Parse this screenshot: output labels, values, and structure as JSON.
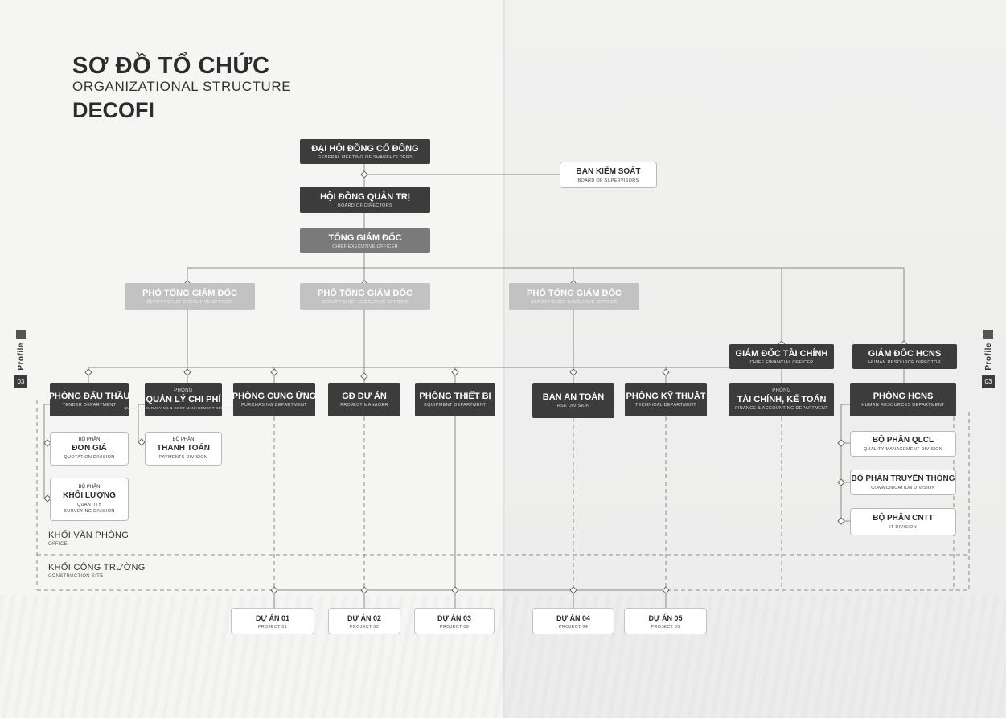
{
  "title": {
    "main": "SƠ ĐỒ TỔ CHỨC",
    "sub": "ORGANIZATIONAL STRUCTURE",
    "company": "DECOFI"
  },
  "side_tabs": {
    "left": {
      "text": "Profile",
      "number": "03"
    },
    "right": {
      "text": "Profile",
      "number": "03"
    }
  },
  "nodes": {
    "shareholders": {
      "label": "ĐẠI HỘI ĐỒNG CỔ ĐÔNG",
      "sub": "GENERAL MEETING OF SHAREHOLDERS"
    },
    "supervisors": {
      "label": "BAN KIỂM SOÁT",
      "sub": "BOARD OF SUPERVISORS"
    },
    "board": {
      "label": "HỘI ĐỒNG QUẢN TRỊ",
      "sub": "BOARD OF DIRECTORS"
    },
    "ceo": {
      "label": "TỔNG GIÁM ĐỐC",
      "sub": "CHIEF EXECUTIVE OFFICER"
    },
    "deputy1": {
      "label": "PHÓ TỔNG GIÁM ĐỐC",
      "sub": "DEPUTY CHIEF EXECUTIVE OFFICER"
    },
    "deputy2": {
      "label": "PHÓ TỔNG GIÁM ĐỐC",
      "sub": "DEPUTY CHIEF EXECUTIVE OFFICER"
    },
    "deputy3": {
      "label": "PHÓ TỔNG GIÁM ĐỐC",
      "sub": "DEPUTY CHIEF EXECUTIVE OFFICER"
    },
    "cfo": {
      "label": "GIÁM ĐỐC TÀI CHÍNH",
      "sub": "CHIEF FINANCIAL OFFICER"
    },
    "hr_director": {
      "label": "GIÁM ĐỐC HCNS",
      "sub": "HUMAN RESOURCE DIRECTOR"
    },
    "tender": {
      "label": "PHÒNG ĐẤU THẦU",
      "sub": "TENDER DEPARTMENT"
    },
    "cost": {
      "kicker": "PHÒNG",
      "label": "QUẢN LÝ CHI PHÍ",
      "sub": "QUANTITY SURVEYING & COST MANAGEMENT DEPARTMENT"
    },
    "purchasing": {
      "label": "PHÒNG CUNG ỨNG",
      "sub": "PURCHASING DEPARTMENT"
    },
    "pm": {
      "label": "GĐ DỰ ÁN",
      "sub": "PROJECT MANAGER"
    },
    "equipment": {
      "label": "PHÒNG THIẾT BỊ",
      "sub": "EQUIPMENT DEPARTMENT"
    },
    "hse": {
      "label": "BAN AN TOÀN",
      "sub": "HSE DIVISION"
    },
    "technical": {
      "label": "PHÒNG KỸ THUẬT",
      "sub": "TECHNICAL DEPARTMENT"
    },
    "finance": {
      "kicker": "PHÒNG",
      "label": "TÀI CHÍNH, KẾ TOÁN",
      "sub": "FINANCE & ACCOUNTING DEPARTMENT"
    },
    "hr_dept": {
      "label": "PHÒNG HCNS",
      "sub": "HUMAN RESOURCES DEPARTMENT"
    },
    "quotation": {
      "kicker": "BỘ PHẬN",
      "label": "ĐƠN GIÁ",
      "sub": "QUOTATION DIVISION"
    },
    "quantity": {
      "kicker": "BỘ PHẬN",
      "label": "KHỐI LƯỢNG",
      "sub": "QUANTITY",
      "sub2": "SURVEYING DIVISION"
    },
    "payment": {
      "kicker": "BỘ PHẬN",
      "label": "THANH TOÁN",
      "sub": "PAYMENTS DIVISION"
    },
    "qa": {
      "label": "BỘ PHẬN QLCL",
      "sub": "QUALITY MANAGEMENT DIVISION"
    },
    "comm": {
      "label": "BỘ PHẬN TRUYỀN THÔNG",
      "sub": "COMMUNICATION DIVISION"
    },
    "it": {
      "label": "BỘ PHẬN CNTT",
      "sub": "IT DIVISION"
    }
  },
  "zones": {
    "office": {
      "label": "KHỐI VĂN PHÒNG",
      "sub": "OFFICE"
    },
    "site": {
      "label": "KHỐI CÔNG TRƯỜNG",
      "sub": "CONSTRUCTION SITE"
    }
  },
  "projects": [
    {
      "label": "DỰ ÁN 01",
      "sub": "PROJECT 01"
    },
    {
      "label": "DỰ ÁN 02",
      "sub": "PROJECT 02"
    },
    {
      "label": "DỰ ÁN 03",
      "sub": "PROJECT 03"
    },
    {
      "label": "DỰ ÁN 04",
      "sub": "PROJECT 04"
    },
    {
      "label": "DỰ ÁN 05",
      "sub": "PROJECT 05"
    }
  ]
}
